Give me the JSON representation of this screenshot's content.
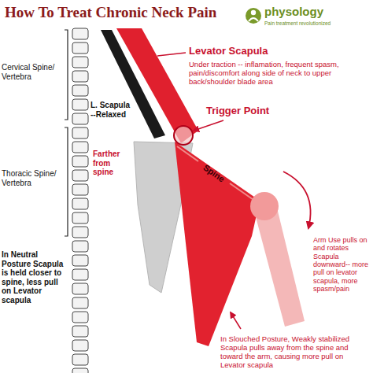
{
  "diagram": {
    "title": "How To Treat Chronic Neck Pain",
    "labels": [
      "physology",
      "Pain treatment revolutionized",
      "Cervical Spine/ Vertebra",
      "Levator Scapula",
      "Under traction -- inflamation, frequent spasm, pain/discomfort along side of neck to upper back/shoulder blade area",
      "L. Scapula --Relaxed",
      "Trigger Point",
      "Thoracic Spine/ Vertebra",
      "Farther from spine",
      "Spine",
      "Arm Use pulls on and rotates Scapula downward-- more pull on levator scapula, more spasm/pain",
      "In Neutral Posture Scapula is held closer to spine, less pull on Levator scapula",
      "In Slouched Posture, Weakly stabilized Scapula pulls away from the spine and toward the arm, causing more pull on Levator scapula"
    ]
  }
}
